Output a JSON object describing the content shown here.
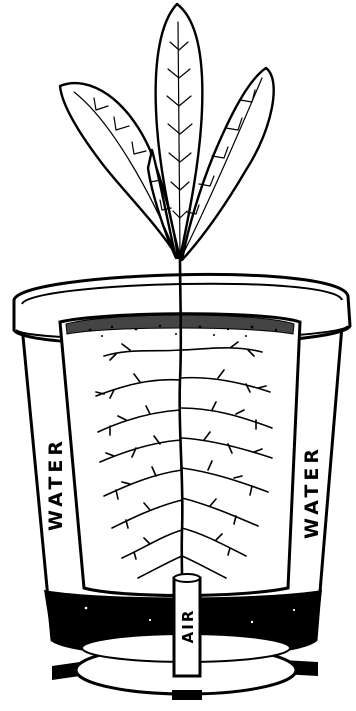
{
  "labels": {
    "left_water": "WATER",
    "right_water": "WATER",
    "air": "AIR"
  },
  "colors": {
    "ink": "#000000",
    "paper": "#ffffff"
  }
}
